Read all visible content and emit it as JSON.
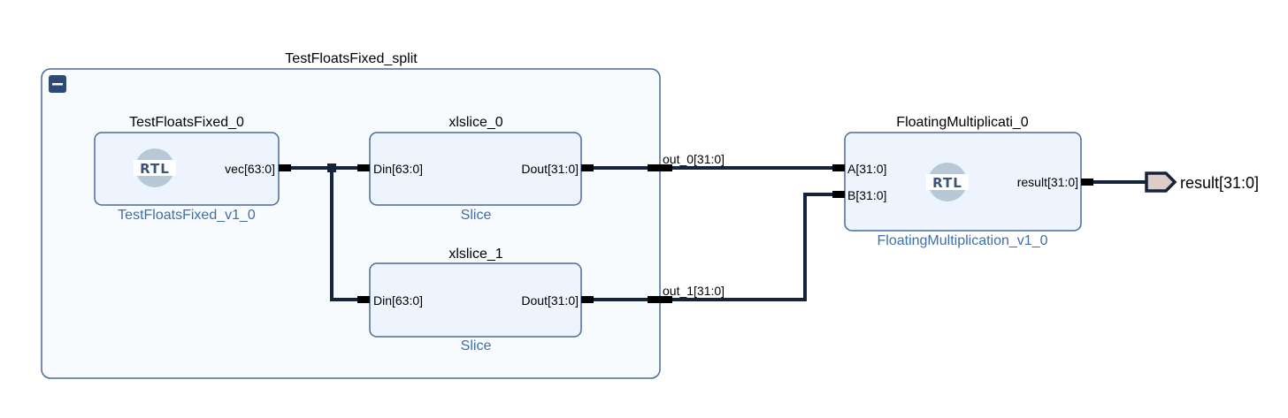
{
  "group": {
    "title": "TestFloatsFixed_split",
    "collapse_glyph": "−"
  },
  "blocks": {
    "tff": {
      "title": "TestFloatsFixed_0",
      "subtitle": "TestFloatsFixed_v1_0",
      "icon": "RTL",
      "port_out": "vec[63:0]"
    },
    "slice0": {
      "title": "xlslice_0",
      "subtitle": "Slice",
      "port_in": "Din[63:0]",
      "port_out": "Dout[31:0]"
    },
    "slice1": {
      "title": "xlslice_1",
      "subtitle": "Slice",
      "port_in": "Din[63:0]",
      "port_out": "Dout[31:0]"
    },
    "fmul": {
      "title": "FloatingMultiplicati_0",
      "subtitle": "FloatingMultiplication_v1_0",
      "icon": "RTL",
      "port_a": "A[31:0]",
      "port_b": "B[31:0]",
      "port_out": "result[31:0]"
    }
  },
  "nets": {
    "out0": "out_0[31:0]",
    "out1": "out_1[31:0]"
  },
  "external_port": {
    "label": "result[31:0]"
  },
  "colors": {
    "wire": "#15243a",
    "block_fill": "#edf4fd",
    "block_stroke": "#4b6a98",
    "subtitle": "#3f6ea8",
    "collapse_button": "#2c4a75",
    "rtl_icon": "#b7c9d6"
  }
}
